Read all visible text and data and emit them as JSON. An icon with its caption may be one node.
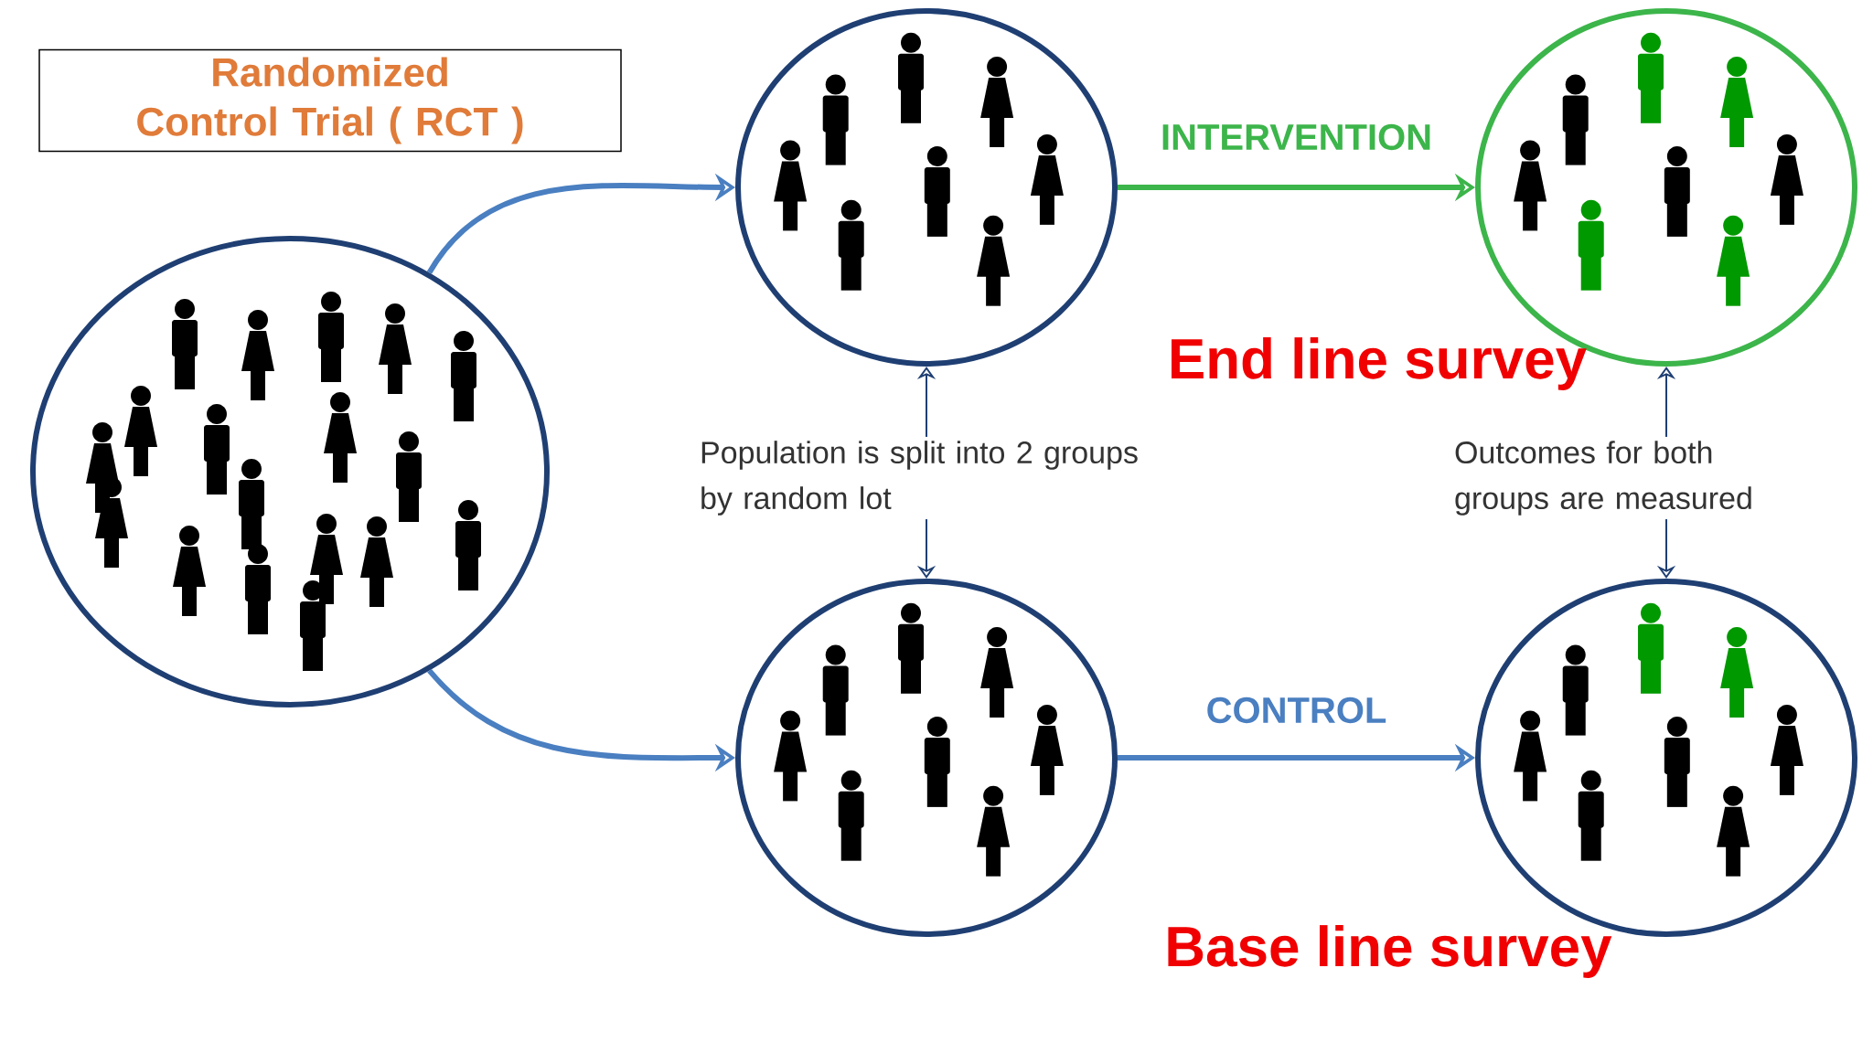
{
  "diagram": {
    "nodes": [
      {
        "text": [
          "Randomized Control Trial ( RCT )"
        ]
      },
      {
        "text": [],
        "shape": "circle"
      },
      {
        "text": [],
        "shape": "circle"
      },
      {
        "text": [],
        "shape": "circle"
      },
      {
        "text": [],
        "shape": "circle"
      },
      {
        "text": [],
        "shape": "circle"
      },
      {
        "text": [
          "Population  is split into 2 groups by random lot"
        ]
      },
      {
        "text": [
          "Outcomes for both groups are measured"
        ]
      }
    ],
    "edges": [
      {
        "from": 1,
        "to": 2,
        "arrow": "to",
        "style": "thick",
        "color": "#4a7fc1"
      },
      {
        "from": 1,
        "to": 3,
        "arrow": "to",
        "style": "thick",
        "color": "#4a7fc1"
      },
      {
        "from": 2,
        "to": 4,
        "arrow": "to",
        "style": "thick",
        "color": "#3cb54a",
        "label": "INTERVENTION"
      },
      {
        "from": 3,
        "to": 5,
        "arrow": "to",
        "style": "thick",
        "color": "#4a7fc1",
        "label": "CONTROL"
      },
      {
        "from": 6,
        "to": 2,
        "arrow": "to"
      },
      {
        "from": 6,
        "to": 3,
        "arrow": "to"
      },
      {
        "from": 7,
        "to": 4,
        "arrow": "to"
      },
      {
        "from": 7,
        "to": 5,
        "arrow": "to"
      }
    ],
    "labels": [
      "End line survey",
      "Base line survey"
    ]
  }
}
